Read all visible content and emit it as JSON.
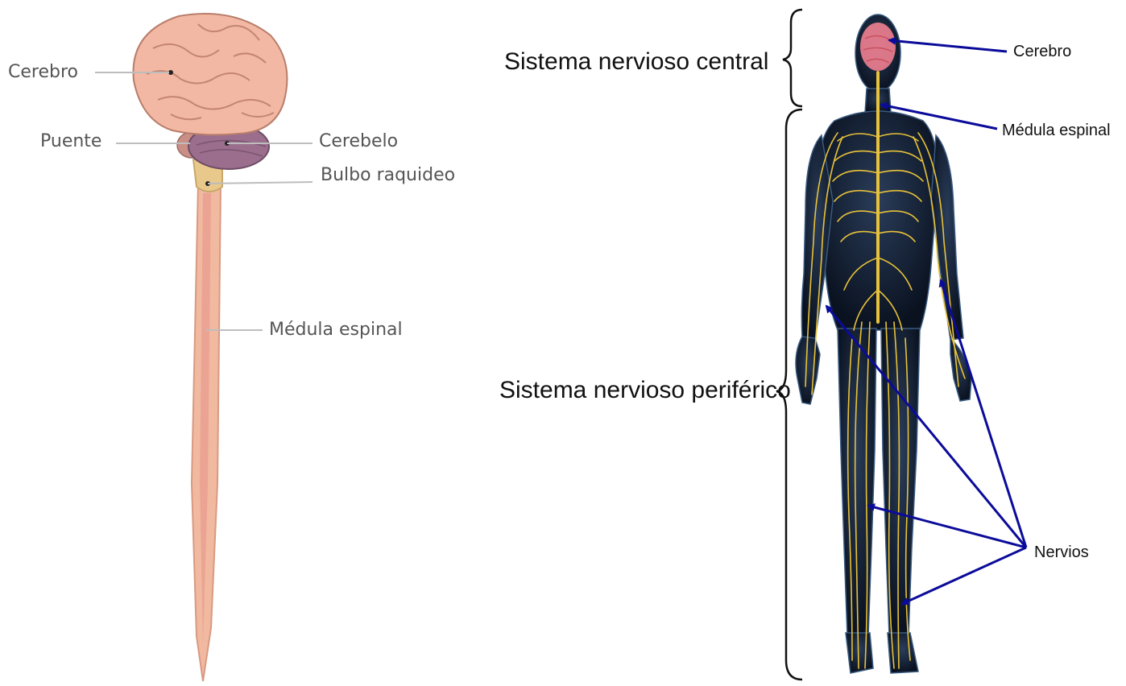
{
  "left_diagram": {
    "labels": {
      "cerebro": "Cerebro",
      "puente": "Puente",
      "cerebelo": "Cerebelo",
      "bulbo": "Bulbo raquideo",
      "medula": "Médula espinal"
    }
  },
  "right_diagram": {
    "systems": {
      "central": "Sistema nervioso central",
      "periferico": "Sistema nervioso periférico"
    },
    "labels": {
      "cerebro": "Cerebro",
      "medula": "Médula espinal",
      "nervios": "Nervios"
    }
  },
  "colors": {
    "brain": "#f2b8a3",
    "cerebellum": "#9a6e8c",
    "spinal_cord": "#f0a890",
    "body": "#0f1a2c",
    "nerves": "#e8c23a",
    "arrows": "#0b0b9a"
  }
}
